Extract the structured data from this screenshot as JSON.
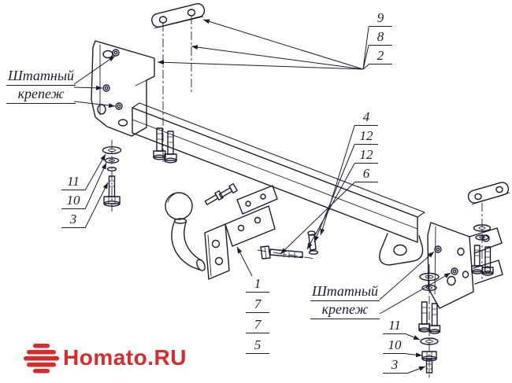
{
  "labels": {
    "fasteners_top_left": {
      "line1": "Штатный",
      "line2": "крепеж"
    },
    "fasteners_bottom_right": {
      "line1": "Штатный",
      "line2": "крепеж"
    }
  },
  "callouts": {
    "top_right": [
      "9",
      "8",
      "2"
    ],
    "mid_right": [
      "4",
      "12",
      "12",
      "6"
    ],
    "left": [
      "11",
      "10",
      "3"
    ],
    "bottom_center": [
      "1",
      "7",
      "7",
      "5"
    ],
    "bottom_right": [
      "11",
      "10",
      "3"
    ]
  },
  "logo": {
    "text": "Homato.RU"
  },
  "colors": {
    "line": "#1c1c30",
    "accent": "#d92b2b",
    "background": "#ffffff"
  }
}
